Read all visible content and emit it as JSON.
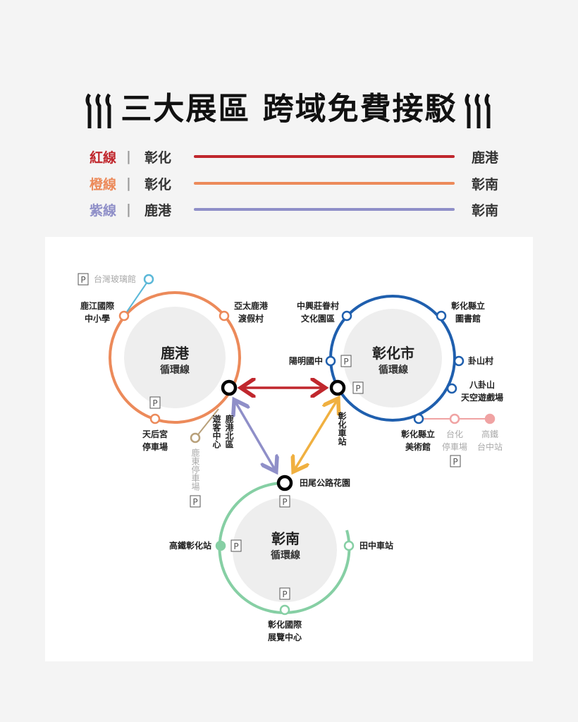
{
  "header": {
    "title": "三大展區 跨域免費接駁"
  },
  "legend": [
    {
      "name": "紅線",
      "from": "彰化",
      "to": "鹿港",
      "color": "#c0272d"
    },
    {
      "name": "橙線",
      "from": "彰化",
      "to": "彰南",
      "color": "#ec8a5a"
    },
    {
      "name": "紫線",
      "from": "鹿港",
      "to": "彰南",
      "color": "#8f8fc8"
    }
  ],
  "separator": "|",
  "loops": {
    "lukang": {
      "name": "鹿港",
      "sub": "循環線",
      "color": "#ec8a5a"
    },
    "changhua": {
      "name": "彰化市",
      "sub": "循環線",
      "color": "#1f5fae"
    },
    "changnan": {
      "name": "彰南",
      "sub": "循環線",
      "color": "#86cfa4"
    }
  },
  "parking": "P",
  "stations": {
    "glass": "台灣玻璃館",
    "lukang_school": [
      "鹿江國際",
      "中小學"
    ],
    "asia_resort": [
      "亞太鹿港",
      "渡假村"
    ],
    "tianhou": [
      "天后宮",
      "停車場"
    ],
    "visitor": "遊客中心",
    "north": "鹿港北區",
    "ludong": "鹿東停車場",
    "zhongxing": [
      "中興莊眷村",
      "文化園區"
    ],
    "library": [
      "彰化縣立",
      "圖書館"
    ],
    "yangming": "陽明國中",
    "guashan": "卦山村",
    "bagua": [
      "八卦山",
      "天空遊戲場"
    ],
    "museum": [
      "彰化縣立",
      "美術館"
    ],
    "taihua": [
      "台化",
      "停車場"
    ],
    "hsr_taichung": [
      "高鐵",
      "台中站"
    ],
    "station": "彰化車站",
    "tianwei": "田尾公路花園",
    "hsr_changhua": "高鐵彰化站",
    "tianzhong": "田中車站",
    "expo": [
      "彰化國際",
      "展覽中心"
    ]
  }
}
